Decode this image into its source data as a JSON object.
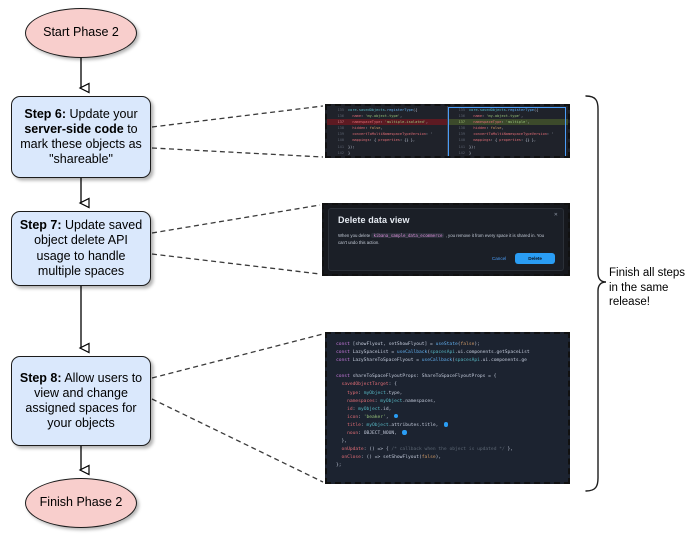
{
  "flow": {
    "start": {
      "label": "Start Phase 2"
    },
    "finish": {
      "label": "Finish Phase 2"
    },
    "steps": [
      {
        "id": "step6",
        "bold": "Step 6:",
        "text": " Update your ",
        "bold2": "server-side code",
        "text2": " to mark these objects as \"shareable\""
      },
      {
        "id": "step7",
        "bold": "Step 7:",
        "text": " Update saved object delete API usage to handle multiple spaces"
      },
      {
        "id": "step8",
        "bold": "Step 8:",
        "text": " Allow users to view and change assigned spaces for your objects"
      }
    ]
  },
  "note": {
    "line1": "Finish all steps",
    "line2": "in the same",
    "line3": "release!"
  },
  "diff": {
    "left": [
      {
        "n": "135",
        "code": "core.savedObjects.registerType({"
      },
      {
        "n": "136",
        "code": "  name: 'my-object-type',"
      },
      {
        "n": "137",
        "code": "  namespaceType: 'multiple-isolated',",
        "state": "removed"
      },
      {
        "n": "138",
        "code": "  hidden: false,"
      },
      {
        "n": "139",
        "code": "  convertToMultiNamespaceTypeVersion: '"
      },
      {
        "n": "140",
        "code": "  mappings: { properties: {} },"
      },
      {
        "n": "141",
        "code": "});"
      },
      {
        "n": "142",
        "code": "}"
      }
    ],
    "right": [
      {
        "n": "135",
        "code": "core.savedObjects.registerType({"
      },
      {
        "n": "136",
        "code": "  name: 'my-object-type',"
      },
      {
        "n": "137",
        "code": "  namespaceType: 'multiple',",
        "state": "added"
      },
      {
        "n": "138",
        "code": "  hidden: false,"
      },
      {
        "n": "139",
        "code": "  convertToMultiNamespaceTypeVersion: '"
      },
      {
        "n": "140",
        "code": "  mappings: { properties: {} },"
      },
      {
        "n": "141",
        "code": "});"
      },
      {
        "n": "142",
        "code": "}"
      }
    ]
  },
  "modal": {
    "title": "Delete data view",
    "close_icon": "close-icon",
    "body_before": "When you delete ",
    "body_code": "kibana_sample_data_ecommerce",
    "body_after": " , you remove it from every space it is shared in. You can't undo this action.",
    "cancel_label": "Cancel",
    "delete_label": "Delete",
    "accent": "#2a9df4"
  },
  "code": {
    "lines": [
      "const [showFlyout, setShowFlyout] = useState(false);",
      "const LazySpaceList = useCallback(spacesApi.ui.components.getSpaceList",
      "const LazyShareToSpaceFlyout = useCallback(spacesApi.ui.components.ge",
      "",
      "const shareToSpaceFlyoutProps: ShareToSpaceFlyoutProps = {",
      "  savedObjectTarget: {",
      "    type: myObject.type,",
      "    namespaces: myObject.namespaces,",
      "    id: myObject.id,",
      "    icon: 'beaker',",
      "    title: myObject.attributes.title,",
      "    noun: OBJECT_NOUN,",
      "  },",
      "  onUpdate: () => { /* callback when the object is updated */ },",
      "  onClose: () => setShowFlyout(false),",
      "};"
    ]
  }
}
